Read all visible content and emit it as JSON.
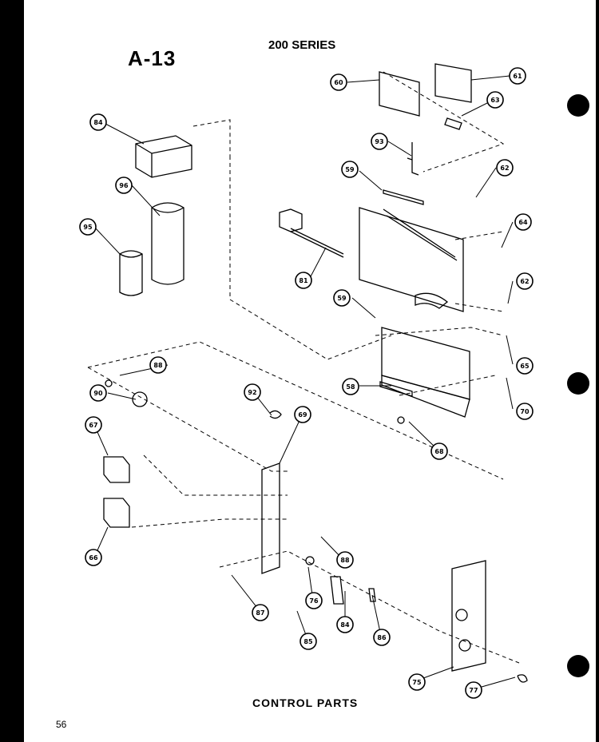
{
  "sheet": {
    "title": "A-13",
    "series": "200 SERIES",
    "caption": "CONTROL PARTS",
    "page_number": "56"
  },
  "callouts": [
    "60",
    "61",
    "63",
    "84",
    "93",
    "96",
    "59",
    "62",
    "95",
    "64",
    "81",
    "62",
    "59",
    "65",
    "88",
    "58",
    "70",
    "90",
    "92",
    "69",
    "68",
    "67",
    "66",
    "88",
    "76",
    "87",
    "84",
    "86",
    "85",
    "75",
    "77"
  ],
  "colors": {
    "ink": "#000000",
    "paper": "#ffffff"
  }
}
